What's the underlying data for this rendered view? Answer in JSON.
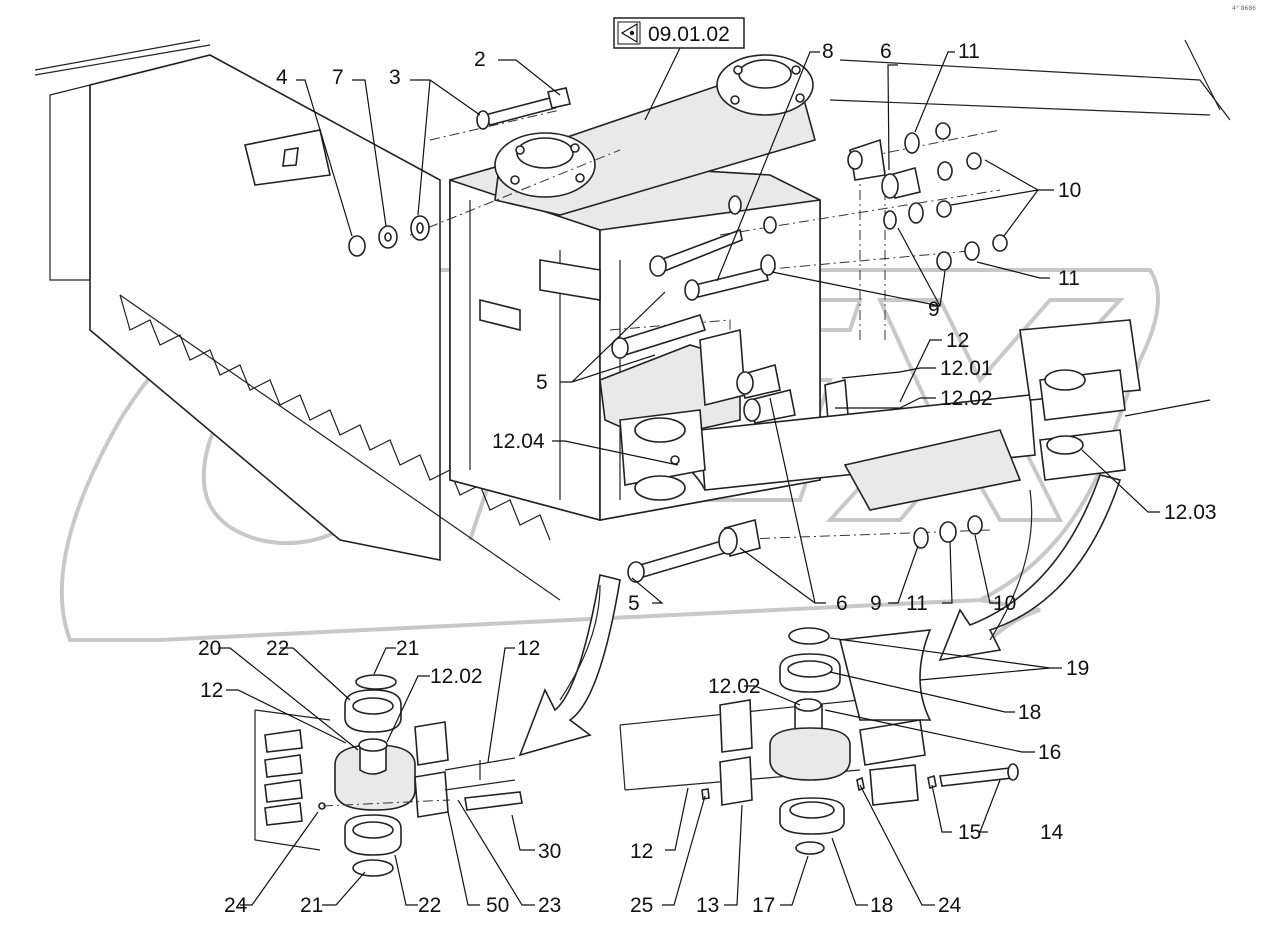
{
  "reference": {
    "code": "09.01.02",
    "icon": "view-eye-icon"
  },
  "corner_code": "4° 8686",
  "watermark": {
    "text": "OPEX",
    "color": "#c8c8c8"
  },
  "callouts": {
    "c2": "2",
    "c3": "3",
    "c4": "4",
    "c7": "7",
    "c8": "8",
    "c6a": "6",
    "c11a": "11",
    "c10a": "10",
    "c11b": "11",
    "c9a": "9",
    "c12a": "12",
    "c1201": "12.01",
    "c1202a": "12.02",
    "c5a": "5",
    "c1204": "12.04",
    "c1203": "12.03",
    "c5b": "5",
    "c6b": "6",
    "c9b": "9",
    "c11c": "11",
    "c10b": "10",
    "c20": "20",
    "c22a": "22",
    "c21a": "21",
    "c1202b": "12.02",
    "c12b": "12",
    "c12c": "12",
    "c30": "30",
    "c24a": "24",
    "c21b": "21",
    "c22b": "22",
    "c50": "50",
    "c23": "23",
    "c1202c": "12.02",
    "c19": "19",
    "c18a": "18",
    "c16": "16",
    "c15": "15",
    "c14": "14",
    "c12d": "12",
    "c25": "25",
    "c13": "13",
    "c17": "17",
    "c18b": "18",
    "c24b": "24"
  }
}
